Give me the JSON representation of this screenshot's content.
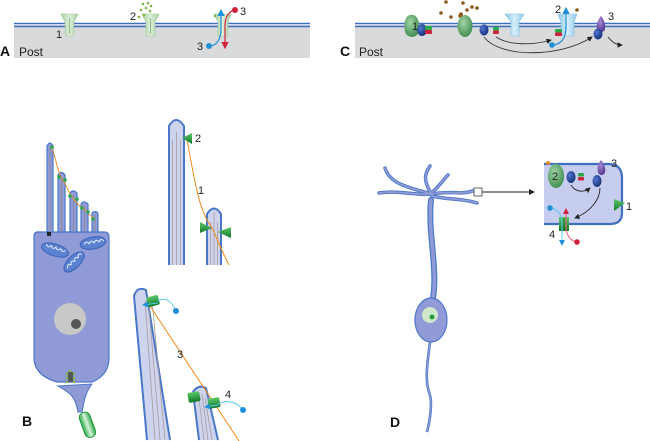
{
  "figure": {
    "panels": {
      "A": {
        "panel_label": "A",
        "compartment_label": "Post",
        "callouts": [
          "1",
          "2",
          "3",
          "3"
        ]
      },
      "B": {
        "panel_label": "B",
        "callouts": [
          "2",
          "1",
          "3",
          "4"
        ]
      },
      "C": {
        "panel_label": "C",
        "compartment_label": "Post",
        "callouts": [
          "1",
          "2",
          "3"
        ]
      },
      "D": {
        "panel_label": "D",
        "callouts": [
          "2",
          "3",
          "1",
          "4"
        ]
      }
    },
    "colors": {
      "membrane": "#3f6fbf",
      "postsynaptic_fill": "#d9dadc",
      "cell_body": "#8f9ad6",
      "cell_outline": "#4a78c8",
      "channel": "#b9dcb3",
      "gpcr_green": "#4f9a5c",
      "g_protein_blue": "#1f3f8f",
      "ion_blue": "#1e90d8",
      "ion_red": "#d0203a",
      "ligand_brown": "#8b5a1c",
      "ligand_green": "#7ab648",
      "tip_link": "#f08a1c",
      "receptor_green": "#1f9a3a",
      "effector_purple": "#6a4aa0",
      "nucleus_gray": "#c8c8c8"
    }
  }
}
